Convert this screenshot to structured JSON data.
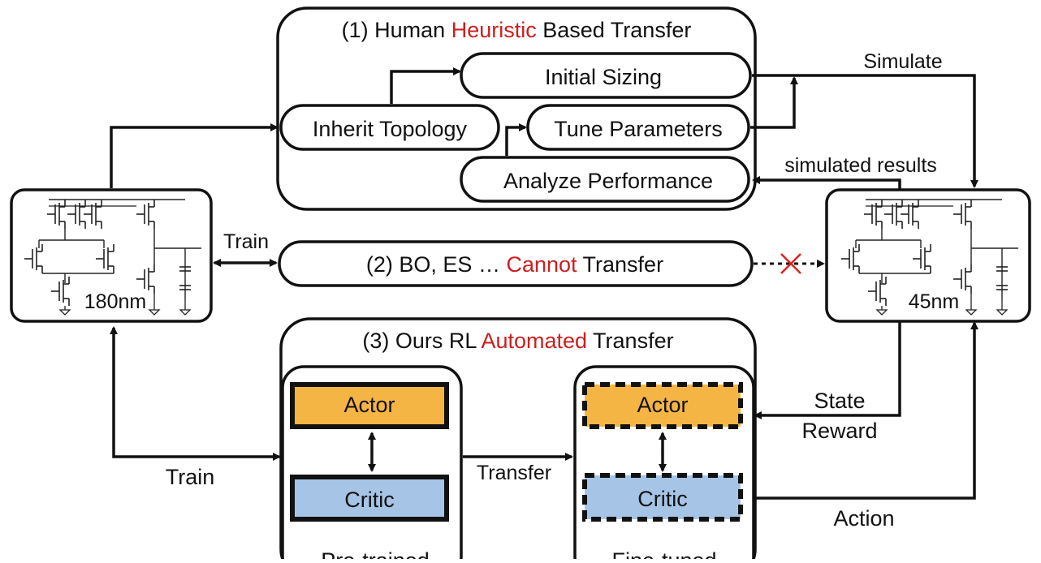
{
  "section1": {
    "title_part1": "(1) Human ",
    "title_highlight": "Heuristic",
    "title_part2": " Based Transfer",
    "steps": {
      "initial_sizing": "Initial Sizing",
      "inherit_topology": "Inherit Topology",
      "tune_parameters": "Tune Parameters",
      "analyze_performance": "Analyze Performance"
    }
  },
  "section2": {
    "label_part1": "(2) BO, ES … ",
    "label_highlight": "Cannot",
    "label_part2": " Transfer"
  },
  "section3": {
    "title_part1": "(3) Ours RL ",
    "title_highlight": "Automated",
    "title_part2": " Transfer",
    "pretrained": {
      "actor": "Actor",
      "critic": "Critic",
      "caption": "Pre-trained"
    },
    "finetuned": {
      "actor": "Actor",
      "critic": "Critic",
      "caption": "Fine-tuned"
    }
  },
  "circuits": {
    "left_label": "180nm",
    "right_label": "45nm"
  },
  "edge_labels": {
    "simulate": "Simulate",
    "simulated_results": "simulated results",
    "train_top": "Train",
    "train_bottom": "Train",
    "transfer": "Transfer",
    "state": "State",
    "reward": "Reward",
    "action": "Action"
  },
  "colors": {
    "highlight_red": "#cc1f1f",
    "actor_fill": "#f5b544",
    "critic_fill": "#a6c4e6",
    "cross_mark": "#e0201a"
  }
}
